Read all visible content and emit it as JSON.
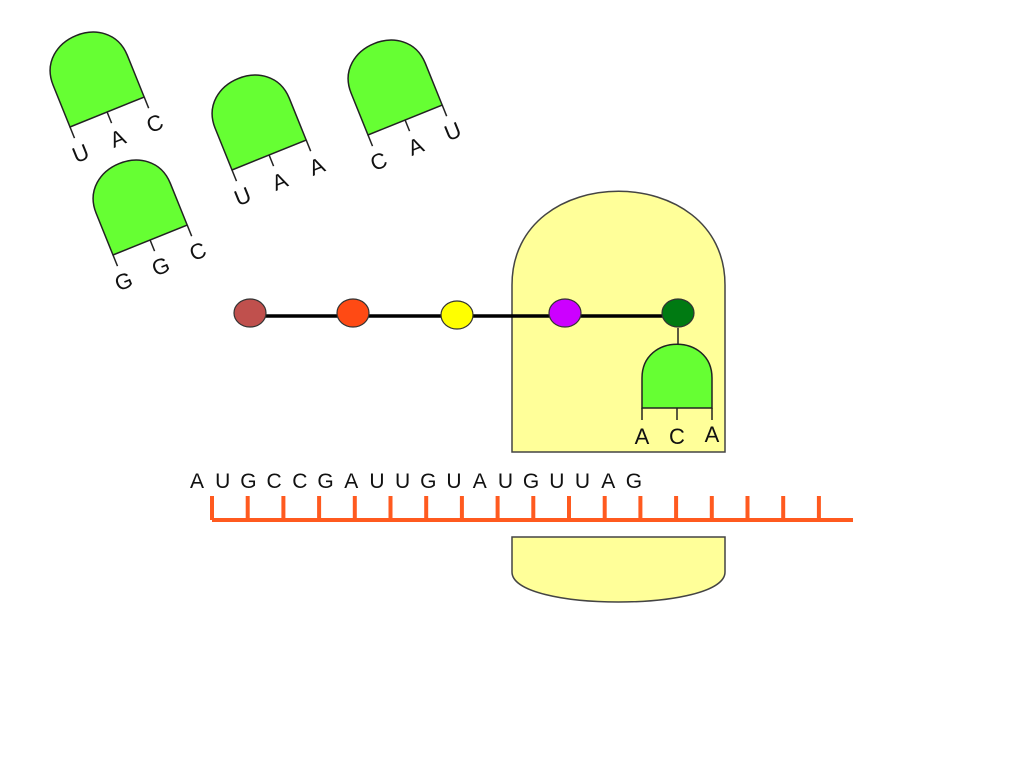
{
  "colors": {
    "trna_fill": "#66ff33",
    "ribosome_fill": "#ffff99",
    "mrna_line": "#ff5a1f",
    "chain_line": "#000000",
    "outline": "#222222"
  },
  "free_trnas": [
    {
      "bases": [
        "U",
        "A",
        "C"
      ]
    },
    {
      "bases": [
        "U",
        "A",
        "A"
      ]
    },
    {
      "bases": [
        "C",
        "A",
        "U"
      ]
    },
    {
      "bases": [
        "G",
        "G",
        "C"
      ]
    }
  ],
  "bound_trna": {
    "bases": [
      "A",
      "C",
      "A"
    ]
  },
  "peptide_chain": {
    "amino_acids": [
      {
        "color": "#c0504d"
      },
      {
        "color": "#ff4a14"
      },
      {
        "color": "#ffff00"
      },
      {
        "color": "#cc00ff"
      },
      {
        "color": "#007a12"
      }
    ]
  },
  "mrna": {
    "bases": [
      "A",
      "U",
      "G",
      "C",
      "C",
      "G",
      "A",
      "U",
      "U",
      "G",
      "U",
      "A",
      "U",
      "G",
      "U",
      "U",
      "A",
      "G"
    ]
  }
}
